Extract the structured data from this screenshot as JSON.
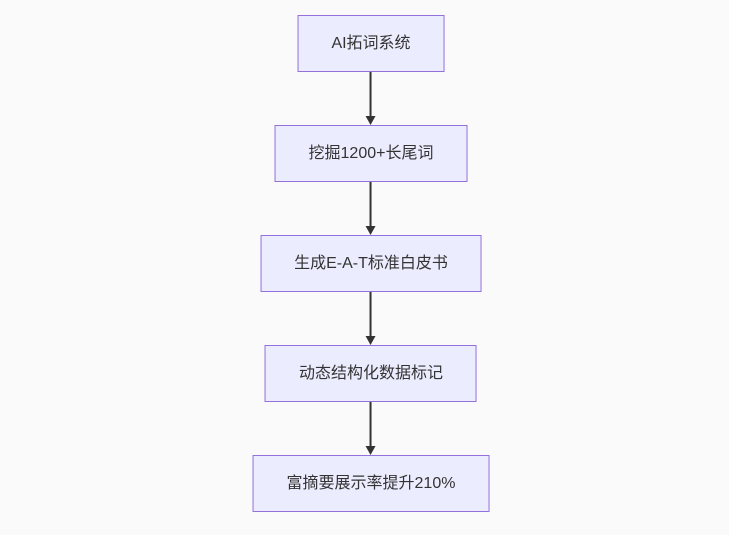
{
  "page": {
    "background_color": "#fafafa"
  },
  "flowchart": {
    "type": "vertical-flowchart",
    "direction": "top-down",
    "node_fill_color": "#ECECFF",
    "node_border_color": "#9370DB",
    "text_color": "#333333",
    "arrow_color": "#333333",
    "nodes": [
      {
        "label": "AI拓词系统"
      },
      {
        "label": "挖掘1200+长尾词"
      },
      {
        "label": "生成E-A-T标准白皮书"
      },
      {
        "label": "动态结构化数据标记"
      },
      {
        "label": "富摘要展示率提升210%"
      }
    ],
    "edges": [
      {
        "from": 0,
        "to": 1
      },
      {
        "from": 1,
        "to": 2
      },
      {
        "from": 2,
        "to": 3
      },
      {
        "from": 3,
        "to": 4
      }
    ]
  }
}
